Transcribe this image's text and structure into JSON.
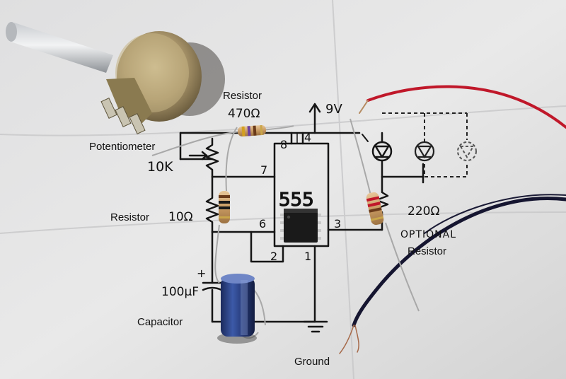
{
  "labels": {
    "resistor_top": "Resistor",
    "resistor_top_value": "470Ω",
    "supply": "9V",
    "potentiometer": "Potentiometer",
    "pot_value": "10K",
    "resistor_left": "Resistor",
    "resistor_left_value": "10Ω",
    "chip": "555",
    "pin_8": "8",
    "pin_4": "4",
    "pin_7": "7",
    "pin_6": "6",
    "pin_3": "3",
    "pin_2": "2",
    "pin_1": "1",
    "resistor_right_value": "220Ω",
    "optional_1": "OPTIONAL",
    "optional_2": "Resistor",
    "cap_value": "100μF",
    "capacitor": "Capacitor",
    "ground": "Ground",
    "plus": "+"
  }
}
